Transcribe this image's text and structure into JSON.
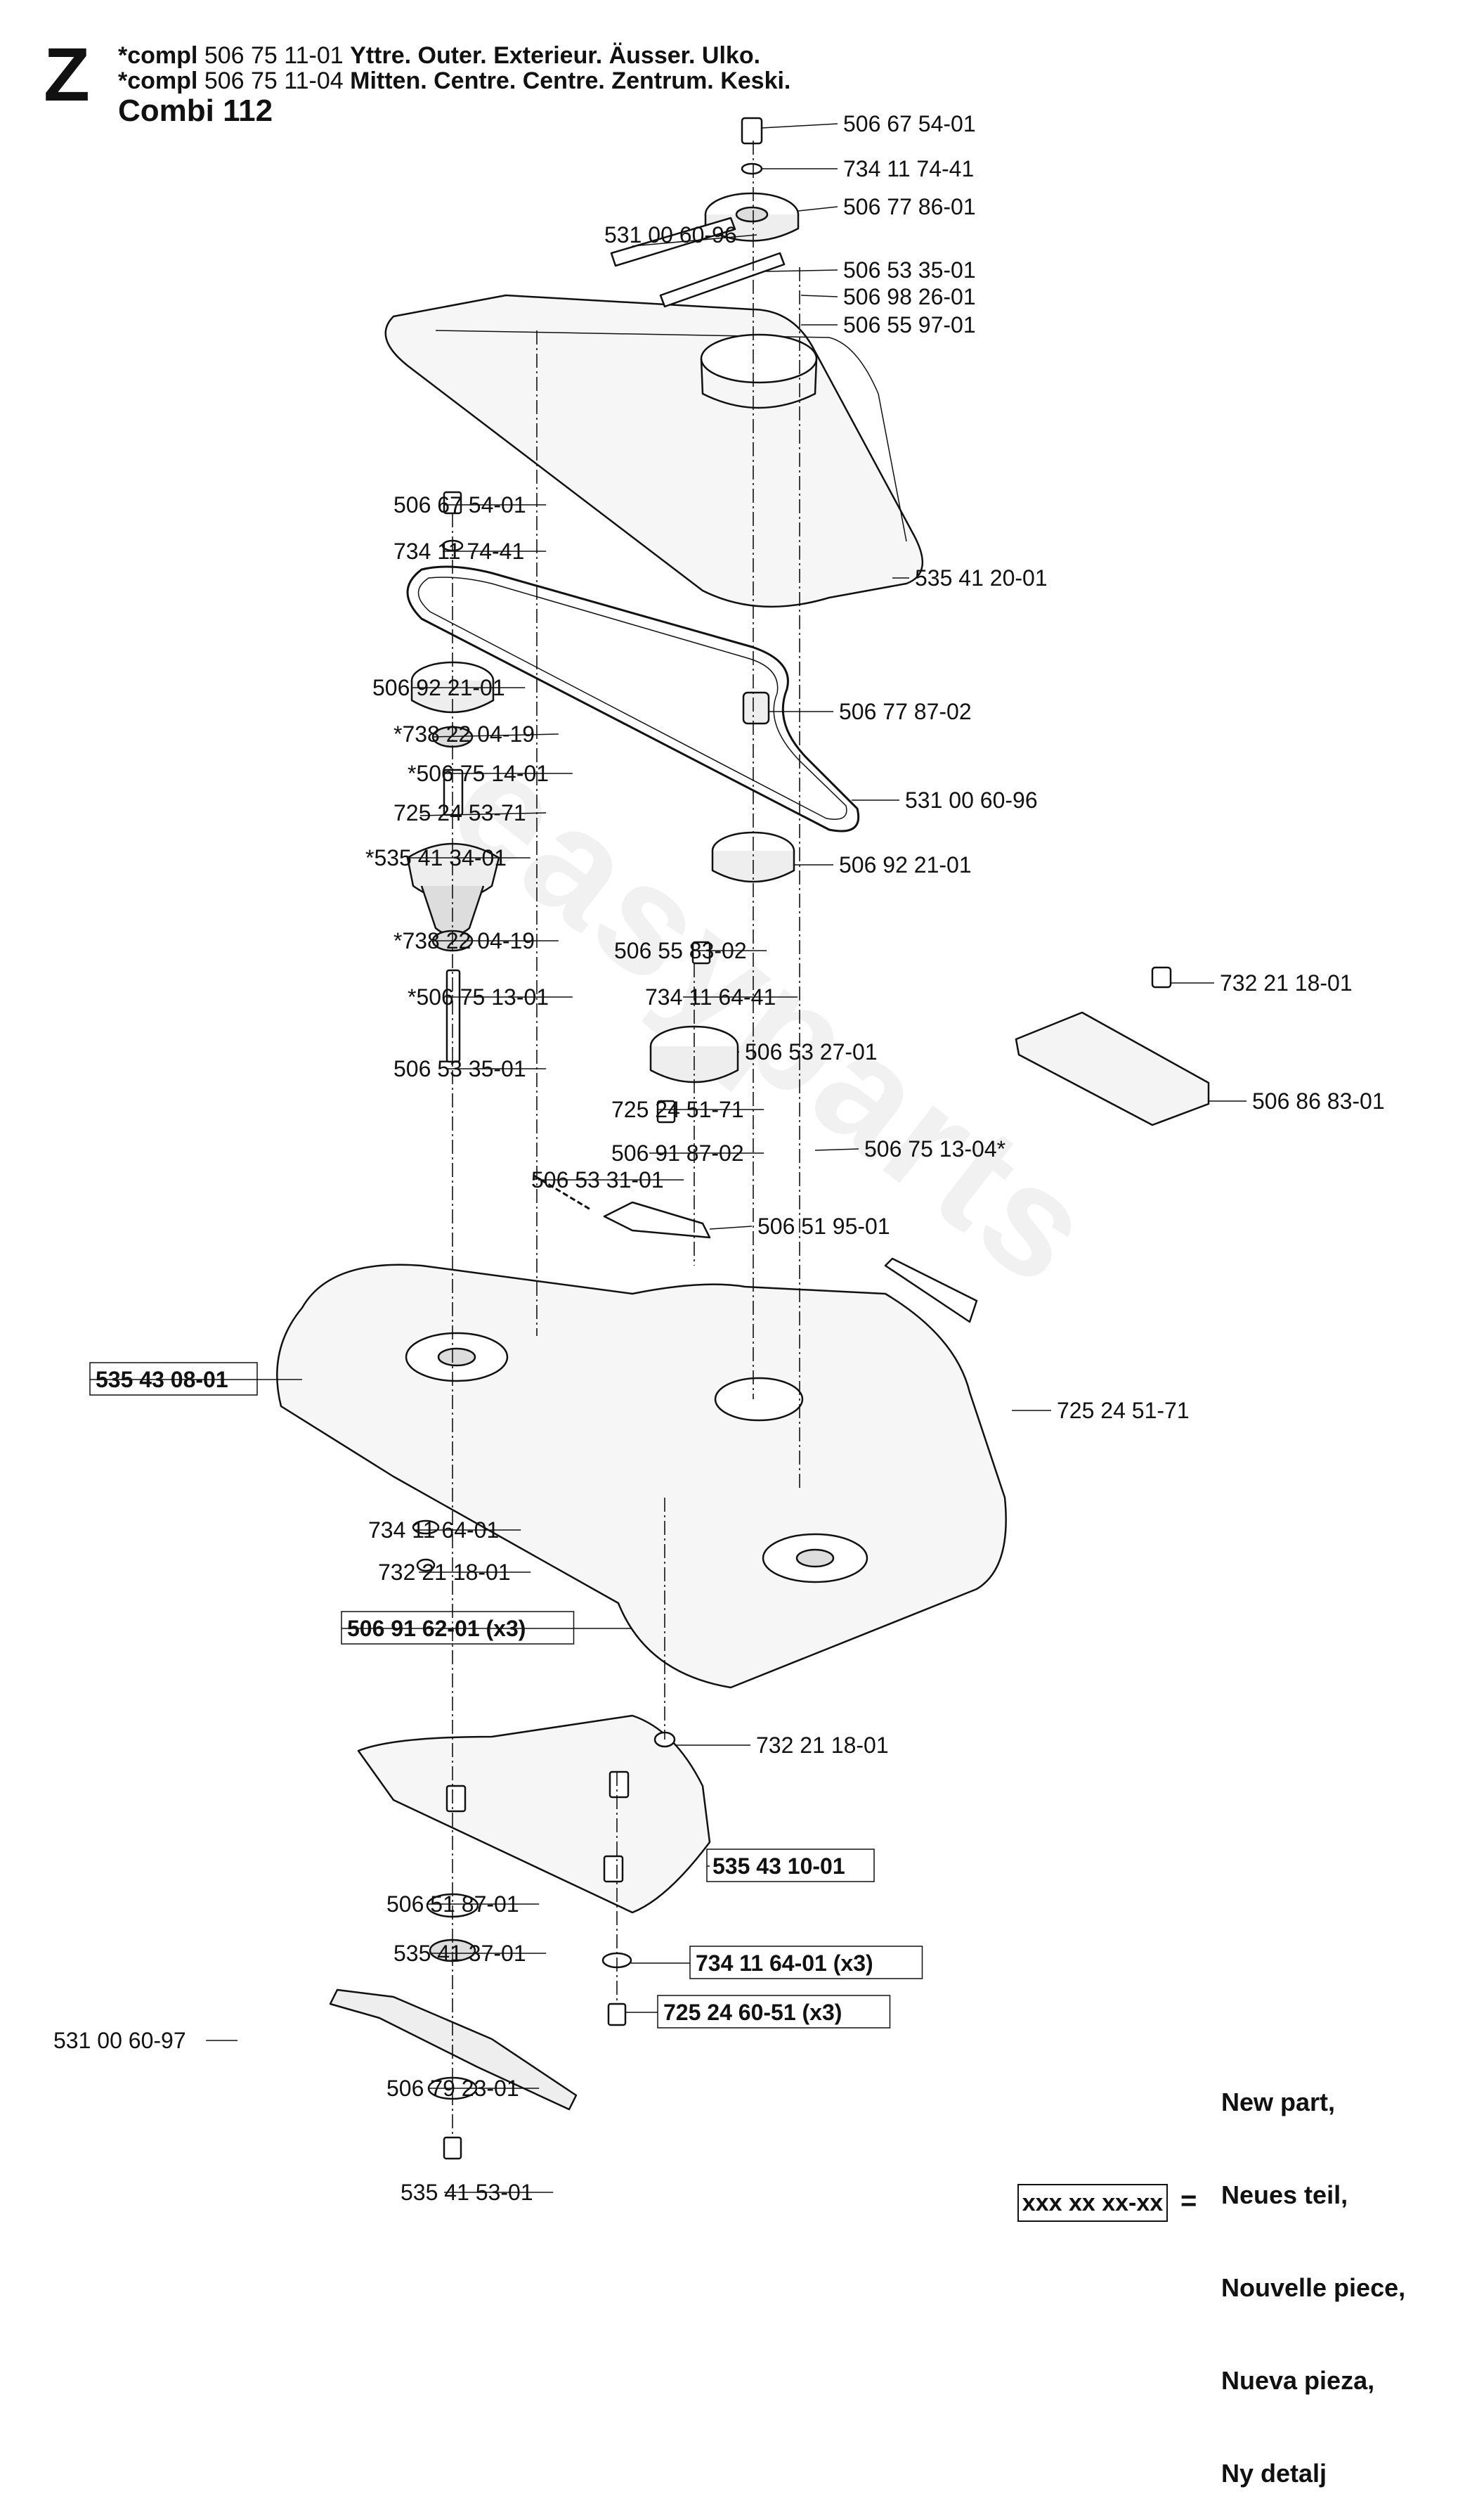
{
  "header": {
    "section_letter": "Z",
    "lines": [
      {
        "prefix": "*compl",
        "number": "506 75 11-01",
        "text": "Yttre. Outer. Exterieur. Äusser. Ulko."
      },
      {
        "prefix": "*compl",
        "number": "506 75 11-04",
        "text": "Mitten. Centre. Centre. Zentrum. Keski."
      }
    ],
    "model": "Combi 112"
  },
  "watermark": "easyparts",
  "legend": {
    "box_text": "xxx xx xx-xx",
    "equals": "=",
    "lines": [
      "New part,",
      "Neues teil,",
      "Nouvelle piece,",
      "Nueva pieza,",
      "Ny detalj"
    ]
  },
  "labels": [
    "506 67 54-01",
    "734 11 74-41",
    "506 77 86-01",
    "531 00 60-96",
    "506 53 35-01",
    "506 98 26-01",
    "506 55 97-01",
    "535 41 20-01",
    "506 67 54-01",
    "734 11 74-41",
    "506 92 21-01",
    "*738 22 04-19",
    "*506 75 14-01",
    "725 24 53-71",
    "*535 41 34-01",
    "*738 22 04-19",
    "*506 75 13-01",
    "506 53 35-01",
    "506 77 87-02",
    "531 00 60-96",
    "506 92 21-01",
    "506 55 83-02",
    "734 11 64-41",
    "506 53 27-01",
    "725 24 51-71",
    "506 91 87-02",
    "506 53 31-01",
    "506 75 13-04*",
    "506 51 95-01",
    "732 21 18-01",
    "506 86 83-01",
    "535 43 08-01",
    "725 24 51-71",
    "734 11 64-01",
    "732 21 18-01",
    "506 91 62-01 (x3)",
    "732 21 18-01",
    "535 43 10-01",
    "506 51 87-01",
    "535 41 37-01",
    "734 11 64-01 (x3)",
    "725 24 60-51 (x3)",
    "531 00 60-97",
    "506 79 23-01",
    "535 41 53-01"
  ]
}
